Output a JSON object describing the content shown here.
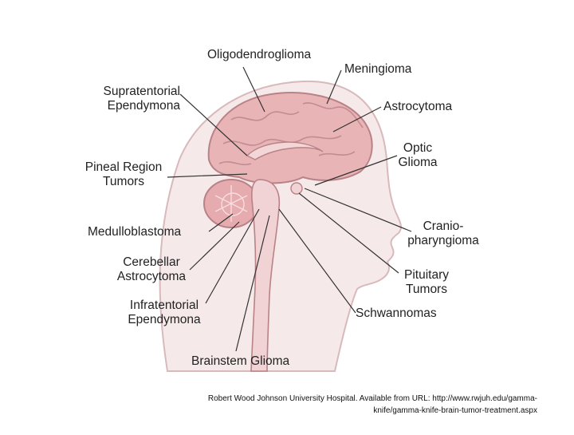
{
  "labels": {
    "oligodendroglioma": "Oligodendroglioma",
    "meningioma": "Meningioma",
    "supratentorial": "Supratentorial\nEpendymona",
    "astrocytoma": "Astrocytoma",
    "optic": "Optic\nGlioma",
    "pineal": "Pineal Region\nTumors",
    "medulloblastoma": "Medulloblastoma",
    "cranio": "Cranio-\npharyngioma",
    "cerebellar": "Cerebellar\nAstrocytoma",
    "pituitary": "Pituitary\nTumors",
    "infratentorial": "Infratentorial\nEpendymona",
    "schwannomas": "Schwannomas",
    "brainstem": "Brainstem Glioma"
  },
  "caption": {
    "line1": "Robert Wood Johnson University Hospital. Available from URL: http://www.rwjuh.edu/gamma-",
    "line2": "knife/gamma-knife-brain-tumor-treatment.aspx"
  },
  "colors": {
    "head_fill": "#f6e9ea",
    "head_stroke": "#d8b9bc",
    "brain_fill": "#e8b4b6",
    "brain_stroke": "#b98286",
    "leader_line": "#333333"
  }
}
